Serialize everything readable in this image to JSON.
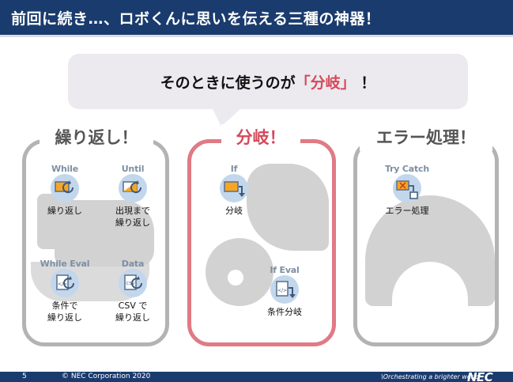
{
  "slide": {
    "title": "前回に続き…、ロボくんに思いを伝える三種の神器！",
    "bubble": {
      "before": "そのときに使うのが",
      "highlight": "「分岐」",
      "after": "！"
    }
  },
  "panels": {
    "loop": {
      "heading": "繰り返し！",
      "nodes": [
        {
          "caption": "While",
          "lines": [
            "繰り返し"
          ]
        },
        {
          "caption": "Until",
          "lines": [
            "出現まで",
            "繰り返し"
          ]
        },
        {
          "caption": "While Eval",
          "lines": [
            "条件で",
            "繰り返し"
          ]
        },
        {
          "caption": "Data",
          "lines": [
            "CSV で",
            "繰り返し"
          ]
        }
      ]
    },
    "branch": {
      "heading": "分岐！",
      "nodes": [
        {
          "caption": "If",
          "lines": [
            "分岐"
          ]
        },
        {
          "caption": "If Eval",
          "lines": [
            "条件分岐"
          ]
        }
      ]
    },
    "error": {
      "heading": "エラー処理！",
      "nodes": [
        {
          "caption": "Try Catch",
          "lines": [
            "エラー処理"
          ]
        }
      ]
    }
  },
  "footer": {
    "page": "5",
    "copyright": "© NEC Corporation 2020",
    "tagline": "\\Orchestrating a brighter world",
    "logo": "NEC"
  },
  "colors": {
    "header": "#1a3b6e",
    "accent": "#d6475a",
    "panel_border": "#b3b3b3",
    "branch_border": "#e07a84",
    "icon_circle": "#c2d7ec"
  }
}
